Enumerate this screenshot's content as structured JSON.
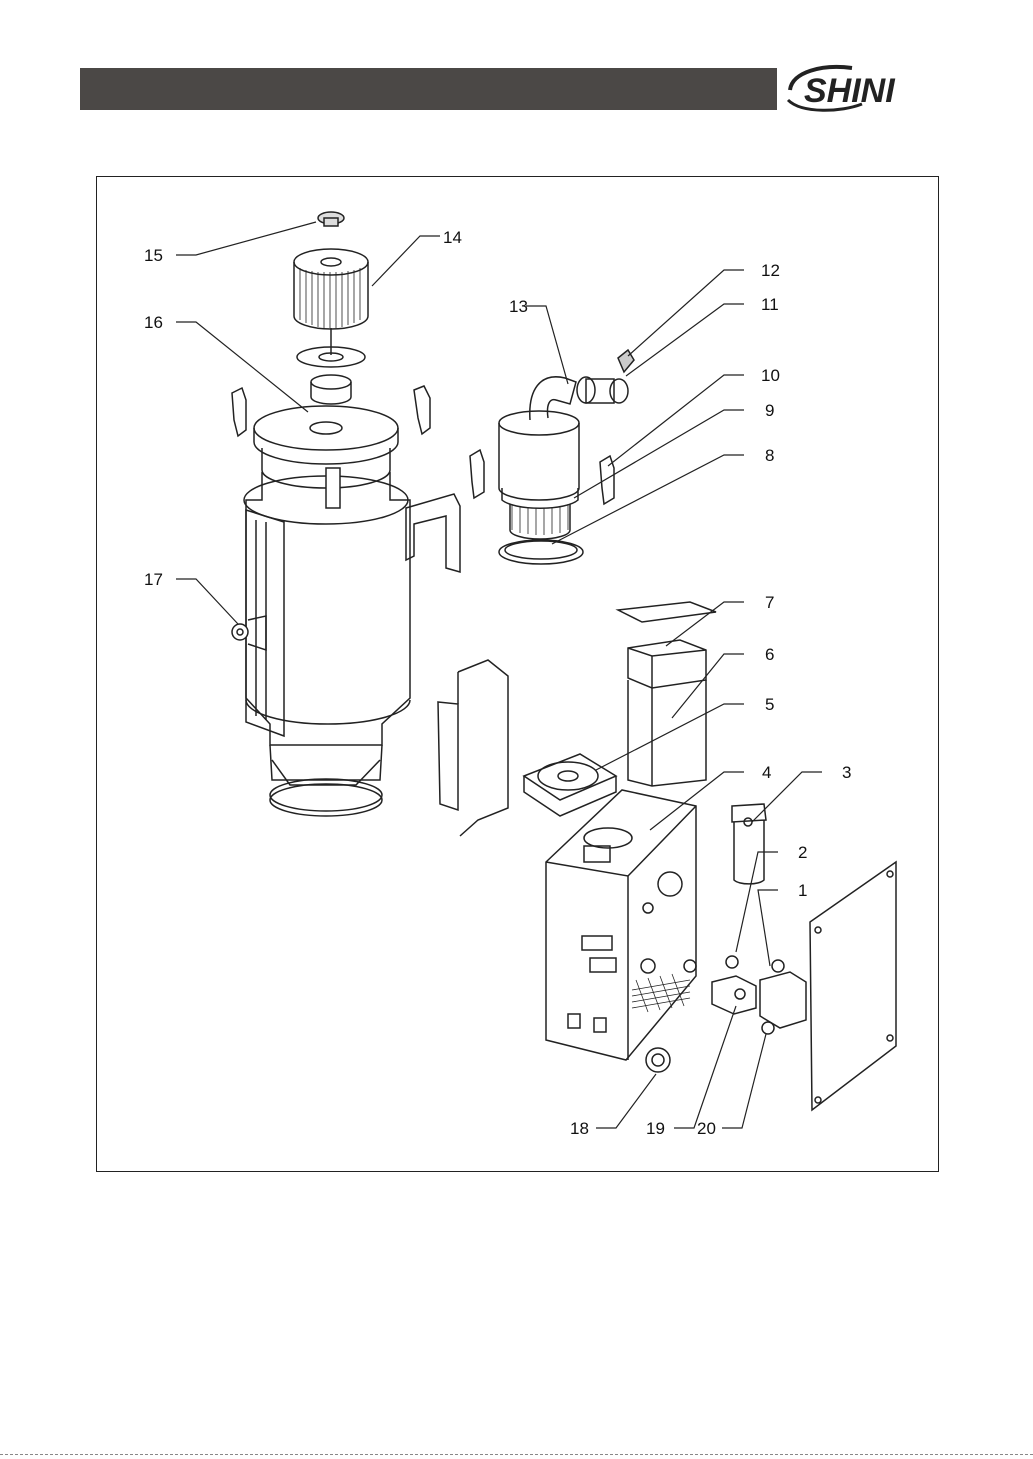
{
  "header": {
    "brand": "SHINI",
    "bar_color": "#4b4846"
  },
  "figure": {
    "callouts": [
      "1",
      "2",
      "3",
      "4",
      "5",
      "6",
      "7",
      "8",
      "9",
      "10",
      "11",
      "12",
      "13",
      "14",
      "15",
      "16",
      "17",
      "18",
      "19",
      "20"
    ]
  }
}
